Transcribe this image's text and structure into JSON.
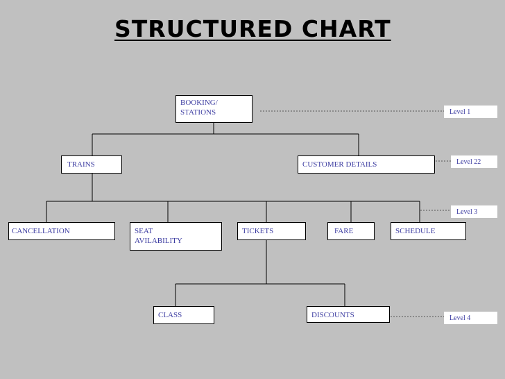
{
  "title": "STRUCTURED CHART",
  "nodes": {
    "booking": "BOOKING/\nSTATIONS",
    "trains": "TRAINS",
    "customer_details": "CUSTOMER DETAILS",
    "cancellation": "CANCELLATION",
    "seat_availability": "SEAT\nAVILABILITY",
    "tickets": "TICKETS",
    "fare": "FARE",
    "schedule": "SCHEDULE",
    "class": "CLASS",
    "discounts": "DISCOUNTS"
  },
  "levels": {
    "level1": "Level 1",
    "level2": "Level 22",
    "level3": "Level 3",
    "level4": "Level 4"
  },
  "colors": {
    "background": "#c0c0c0",
    "node_text": "#3a3aa0"
  }
}
